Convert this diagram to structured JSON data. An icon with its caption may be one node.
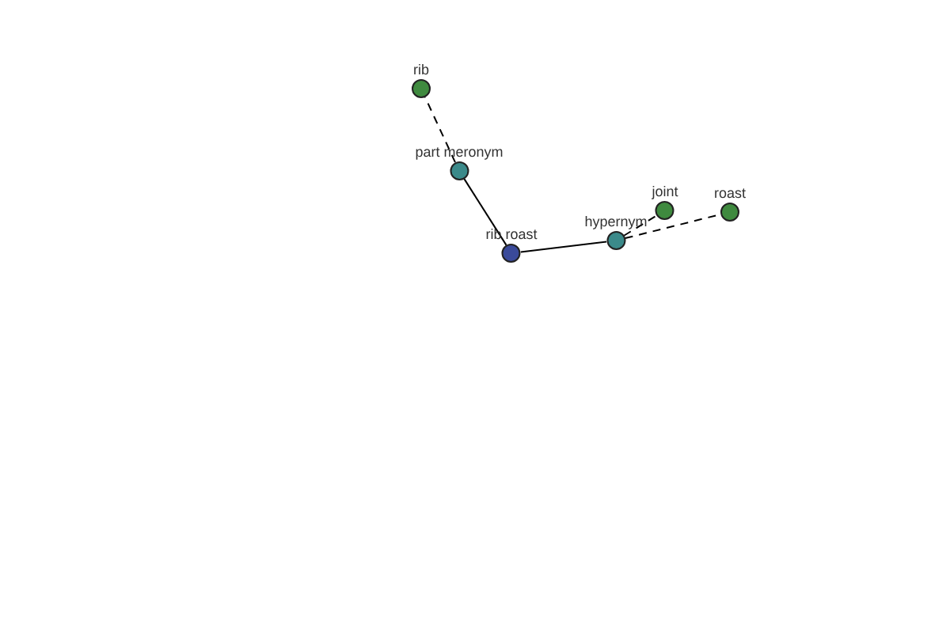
{
  "diagram": {
    "nodes": [
      {
        "text": [
          "rib"
        ]
      },
      {
        "text": [
          "part meronym"
        ]
      },
      {
        "text": [
          "rib roast"
        ]
      },
      {
        "text": [
          "hypernym"
        ]
      },
      {
        "text": [
          "joint"
        ]
      },
      {
        "text": [
          "roast"
        ]
      }
    ],
    "edges": [
      {
        "from": 2,
        "to": 1,
        "arrow": "none"
      },
      {
        "from": 1,
        "to": 0,
        "arrow": "none",
        "style": "dashed"
      },
      {
        "from": 2,
        "to": 3,
        "arrow": "none"
      },
      {
        "from": 3,
        "to": 4,
        "arrow": "none",
        "style": "dashed"
      },
      {
        "from": 3,
        "to": 5,
        "arrow": "none",
        "style": "dashed"
      }
    ]
  }
}
